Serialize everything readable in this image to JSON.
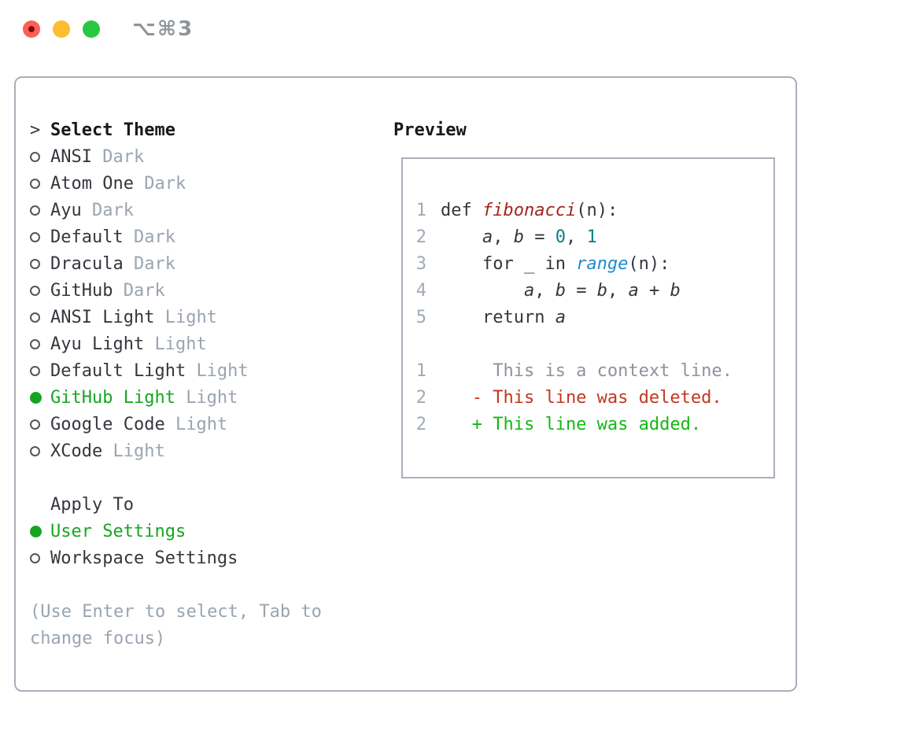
{
  "window": {
    "shortcut": "⌥⌘3",
    "traffic_lights": {
      "close": "#ff5f57",
      "minimize": "#febc2e",
      "zoom": "#28c840",
      "close_dot": "#7d1007"
    }
  },
  "colors": {
    "accent_green": "#16a522",
    "text_dark": "#33373d",
    "muted_gray": "#9aa4b1",
    "panel_border": "#a9b0ba",
    "line_number": "#9fa9b5",
    "function_red": "#a1261e",
    "number_teal": "#0d7d86",
    "builtin_blue": "#1e8bcd",
    "diff_deleted_red": "#c0381f",
    "diff_added_green": "#12b812",
    "diff_context_gray": "#8d939c"
  },
  "theme_list": {
    "header_prefix": ">",
    "header": "Select Theme",
    "items": [
      {
        "name": "ANSI",
        "variant": "Dark",
        "selected": false
      },
      {
        "name": "Atom One",
        "variant": "Dark",
        "selected": false
      },
      {
        "name": "Ayu",
        "variant": "Dark",
        "selected": false
      },
      {
        "name": "Default",
        "variant": "Dark",
        "selected": false
      },
      {
        "name": "Dracula",
        "variant": "Dark",
        "selected": false
      },
      {
        "name": "GitHub",
        "variant": "Dark",
        "selected": false
      },
      {
        "name": "ANSI Light",
        "variant": "Light",
        "selected": false
      },
      {
        "name": "Ayu Light",
        "variant": "Light",
        "selected": false
      },
      {
        "name": "Default Light",
        "variant": "Light",
        "selected": false
      },
      {
        "name": "GitHub Light",
        "variant": "Light",
        "selected": true
      },
      {
        "name": "Google Code",
        "variant": "Light",
        "selected": false
      },
      {
        "name": "XCode",
        "variant": "Light",
        "selected": false
      }
    ]
  },
  "apply_to": {
    "header": "Apply To",
    "items": [
      {
        "name": "User Settings",
        "selected": true
      },
      {
        "name": "Workspace Settings",
        "selected": false
      }
    ]
  },
  "hint": {
    "lines": [
      "(Use Enter to select, Tab to",
      "change focus)"
    ]
  },
  "preview": {
    "header": "Preview",
    "code_lines": [
      {
        "number": "1",
        "tokens": [
          {
            "text": "def ",
            "style": "plain"
          },
          {
            "text": "fibonacci",
            "style": "function"
          },
          {
            "text": "(n):",
            "style": "plain"
          }
        ]
      },
      {
        "number": "2",
        "tokens": [
          {
            "text": "    ",
            "style": "plain"
          },
          {
            "text": "a",
            "style": "variable"
          },
          {
            "text": ", ",
            "style": "plain"
          },
          {
            "text": "b",
            "style": "variable"
          },
          {
            "text": " = ",
            "style": "plain"
          },
          {
            "text": "0",
            "style": "number"
          },
          {
            "text": ", ",
            "style": "plain"
          },
          {
            "text": "1",
            "style": "number"
          }
        ]
      },
      {
        "number": "3",
        "tokens": [
          {
            "text": "    for _ in ",
            "style": "plain"
          },
          {
            "text": "range",
            "style": "builtin"
          },
          {
            "text": "(n):",
            "style": "plain"
          }
        ]
      },
      {
        "number": "4",
        "tokens": [
          {
            "text": "        ",
            "style": "plain"
          },
          {
            "text": "a",
            "style": "variable"
          },
          {
            "text": ", ",
            "style": "plain"
          },
          {
            "text": "b",
            "style": "variable"
          },
          {
            "text": " = ",
            "style": "plain"
          },
          {
            "text": "b",
            "style": "variable"
          },
          {
            "text": ", ",
            "style": "plain"
          },
          {
            "text": "a",
            "style": "variable"
          },
          {
            "text": " + ",
            "style": "plain"
          },
          {
            "text": "b",
            "style": "variable"
          }
        ]
      },
      {
        "number": "5",
        "tokens": [
          {
            "text": "    return ",
            "style": "plain"
          },
          {
            "text": "a",
            "style": "variable"
          }
        ]
      },
      {
        "number": "",
        "tokens": []
      },
      {
        "number": "1",
        "tokens": [
          {
            "text": "     This is a context line.",
            "style": "context"
          }
        ]
      },
      {
        "number": "2",
        "tokens": [
          {
            "text": "   - This line was deleted.",
            "style": "deleted"
          }
        ]
      },
      {
        "number": "2",
        "tokens": [
          {
            "text": "   + This line was added.",
            "style": "added"
          }
        ]
      }
    ]
  }
}
